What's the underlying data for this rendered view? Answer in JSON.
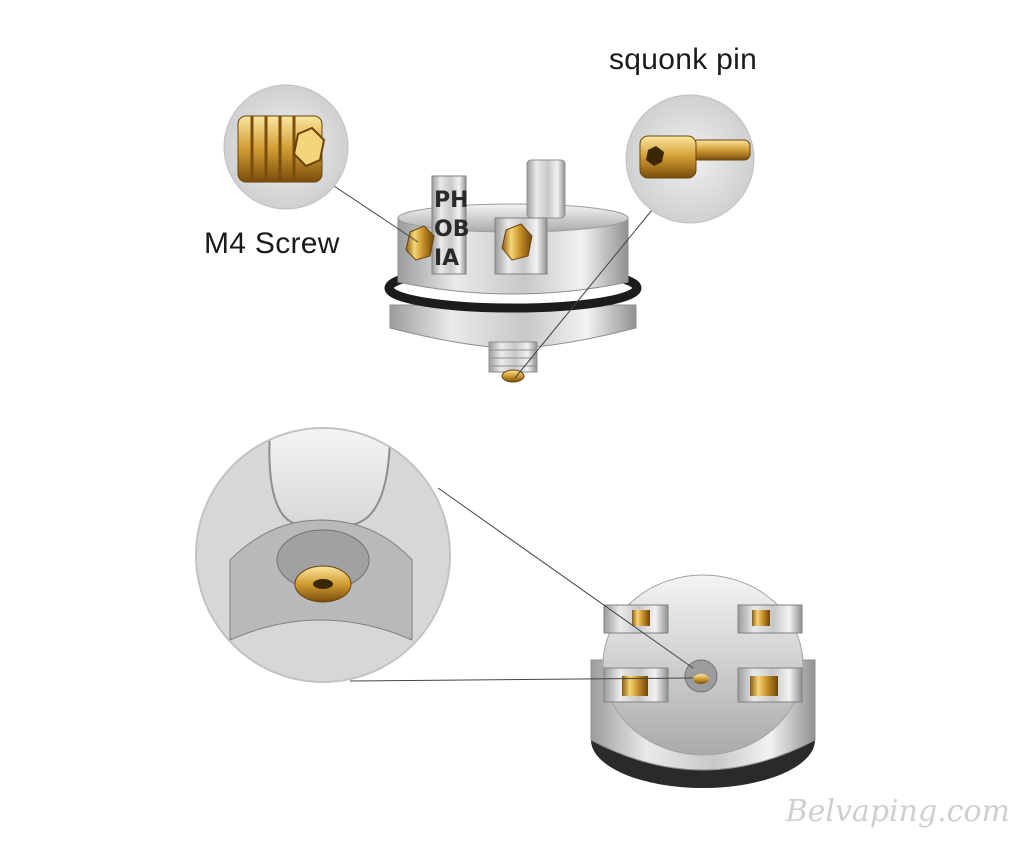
{
  "labels": {
    "screw": "M4 Screw",
    "pin": "squonk pin",
    "logo_letters": [
      "PH",
      "OB",
      "IA"
    ]
  },
  "watermark": "Belvaping.com",
  "colors": {
    "background": "#ffffff",
    "steel": "#c9cbcc",
    "gold": "#d9a93a",
    "oring": "#1c1c1c",
    "callout_bg": "#e3e4e4"
  }
}
